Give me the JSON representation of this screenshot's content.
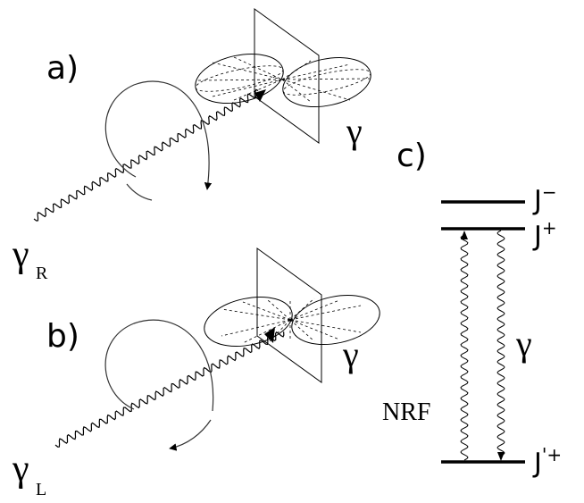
{
  "panels": {
    "a": {
      "label": "a)",
      "photon_label": "γ",
      "beam_label": "γ",
      "beam_sub": "R"
    },
    "b": {
      "label": "b)",
      "photon_label": "γ",
      "beam_label": "γ",
      "beam_sub": "L"
    },
    "c": {
      "label": "c)",
      "levels": {
        "j_minus": {
          "base": "J",
          "sup": "−"
        },
        "j_plus": {
          "base": "J",
          "sup": "+"
        },
        "j_prime_plus": {
          "base": "J",
          "sup": "'+"
        }
      },
      "excitation_label": "NRF",
      "decay_label": "γ"
    }
  }
}
